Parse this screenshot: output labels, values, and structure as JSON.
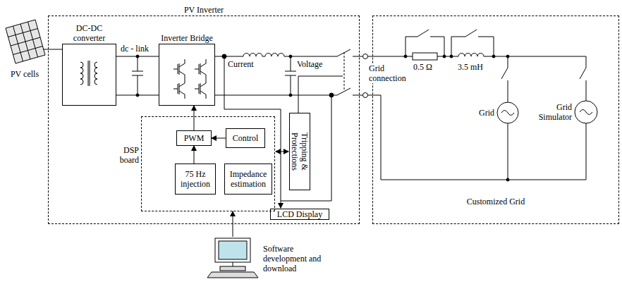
{
  "diagram": {
    "nodes": [
      {
        "text": [
          "PV Inverter"
        ]
      },
      {
        "text": [
          "PV cells"
        ]
      },
      {
        "text": [
          "DC-DC converter"
        ],
        "in": 0
      },
      {
        "text": [
          "Inverter Bridge"
        ],
        "in": 0
      },
      {
        "text": [
          "DSP board"
        ],
        "in": 0
      },
      {
        "text": [
          "PWM"
        ],
        "in": 4
      },
      {
        "text": [
          "Control"
        ],
        "in": 4
      },
      {
        "text": [
          "75 Hz injection"
        ],
        "in": 4
      },
      {
        "text": [
          "Impedance estimation"
        ],
        "in": 4
      },
      {
        "text": [
          "Tripping & Protections"
        ],
        "in": 0
      },
      {
        "text": [
          "LCD Display"
        ],
        "in": 0
      },
      {
        "text": [
          "Software development and download"
        ]
      },
      {
        "text": [
          "Customized Grid"
        ]
      },
      {
        "text": [
          "Grid"
        ],
        "in": 12
      },
      {
        "text": [
          "Grid Simulator"
        ],
        "in": 12
      }
    ],
    "edges": [
      {
        "from": 5,
        "to": 3,
        "arrow": "to"
      },
      {
        "from": 6,
        "to": 5,
        "arrow": "to"
      },
      {
        "from": 7,
        "to": 5,
        "arrow": "to"
      },
      {
        "from": 11,
        "to": 4,
        "arrow": "to"
      },
      {
        "from": 2,
        "to": 3,
        "arrow": "none"
      },
      {
        "from": 1,
        "to": 2,
        "arrow": "none"
      }
    ],
    "labels": [
      "dc - link",
      "Current",
      "Voltage",
      "Grid connection",
      "0.5 Ω",
      "3.5 mH"
    ]
  }
}
